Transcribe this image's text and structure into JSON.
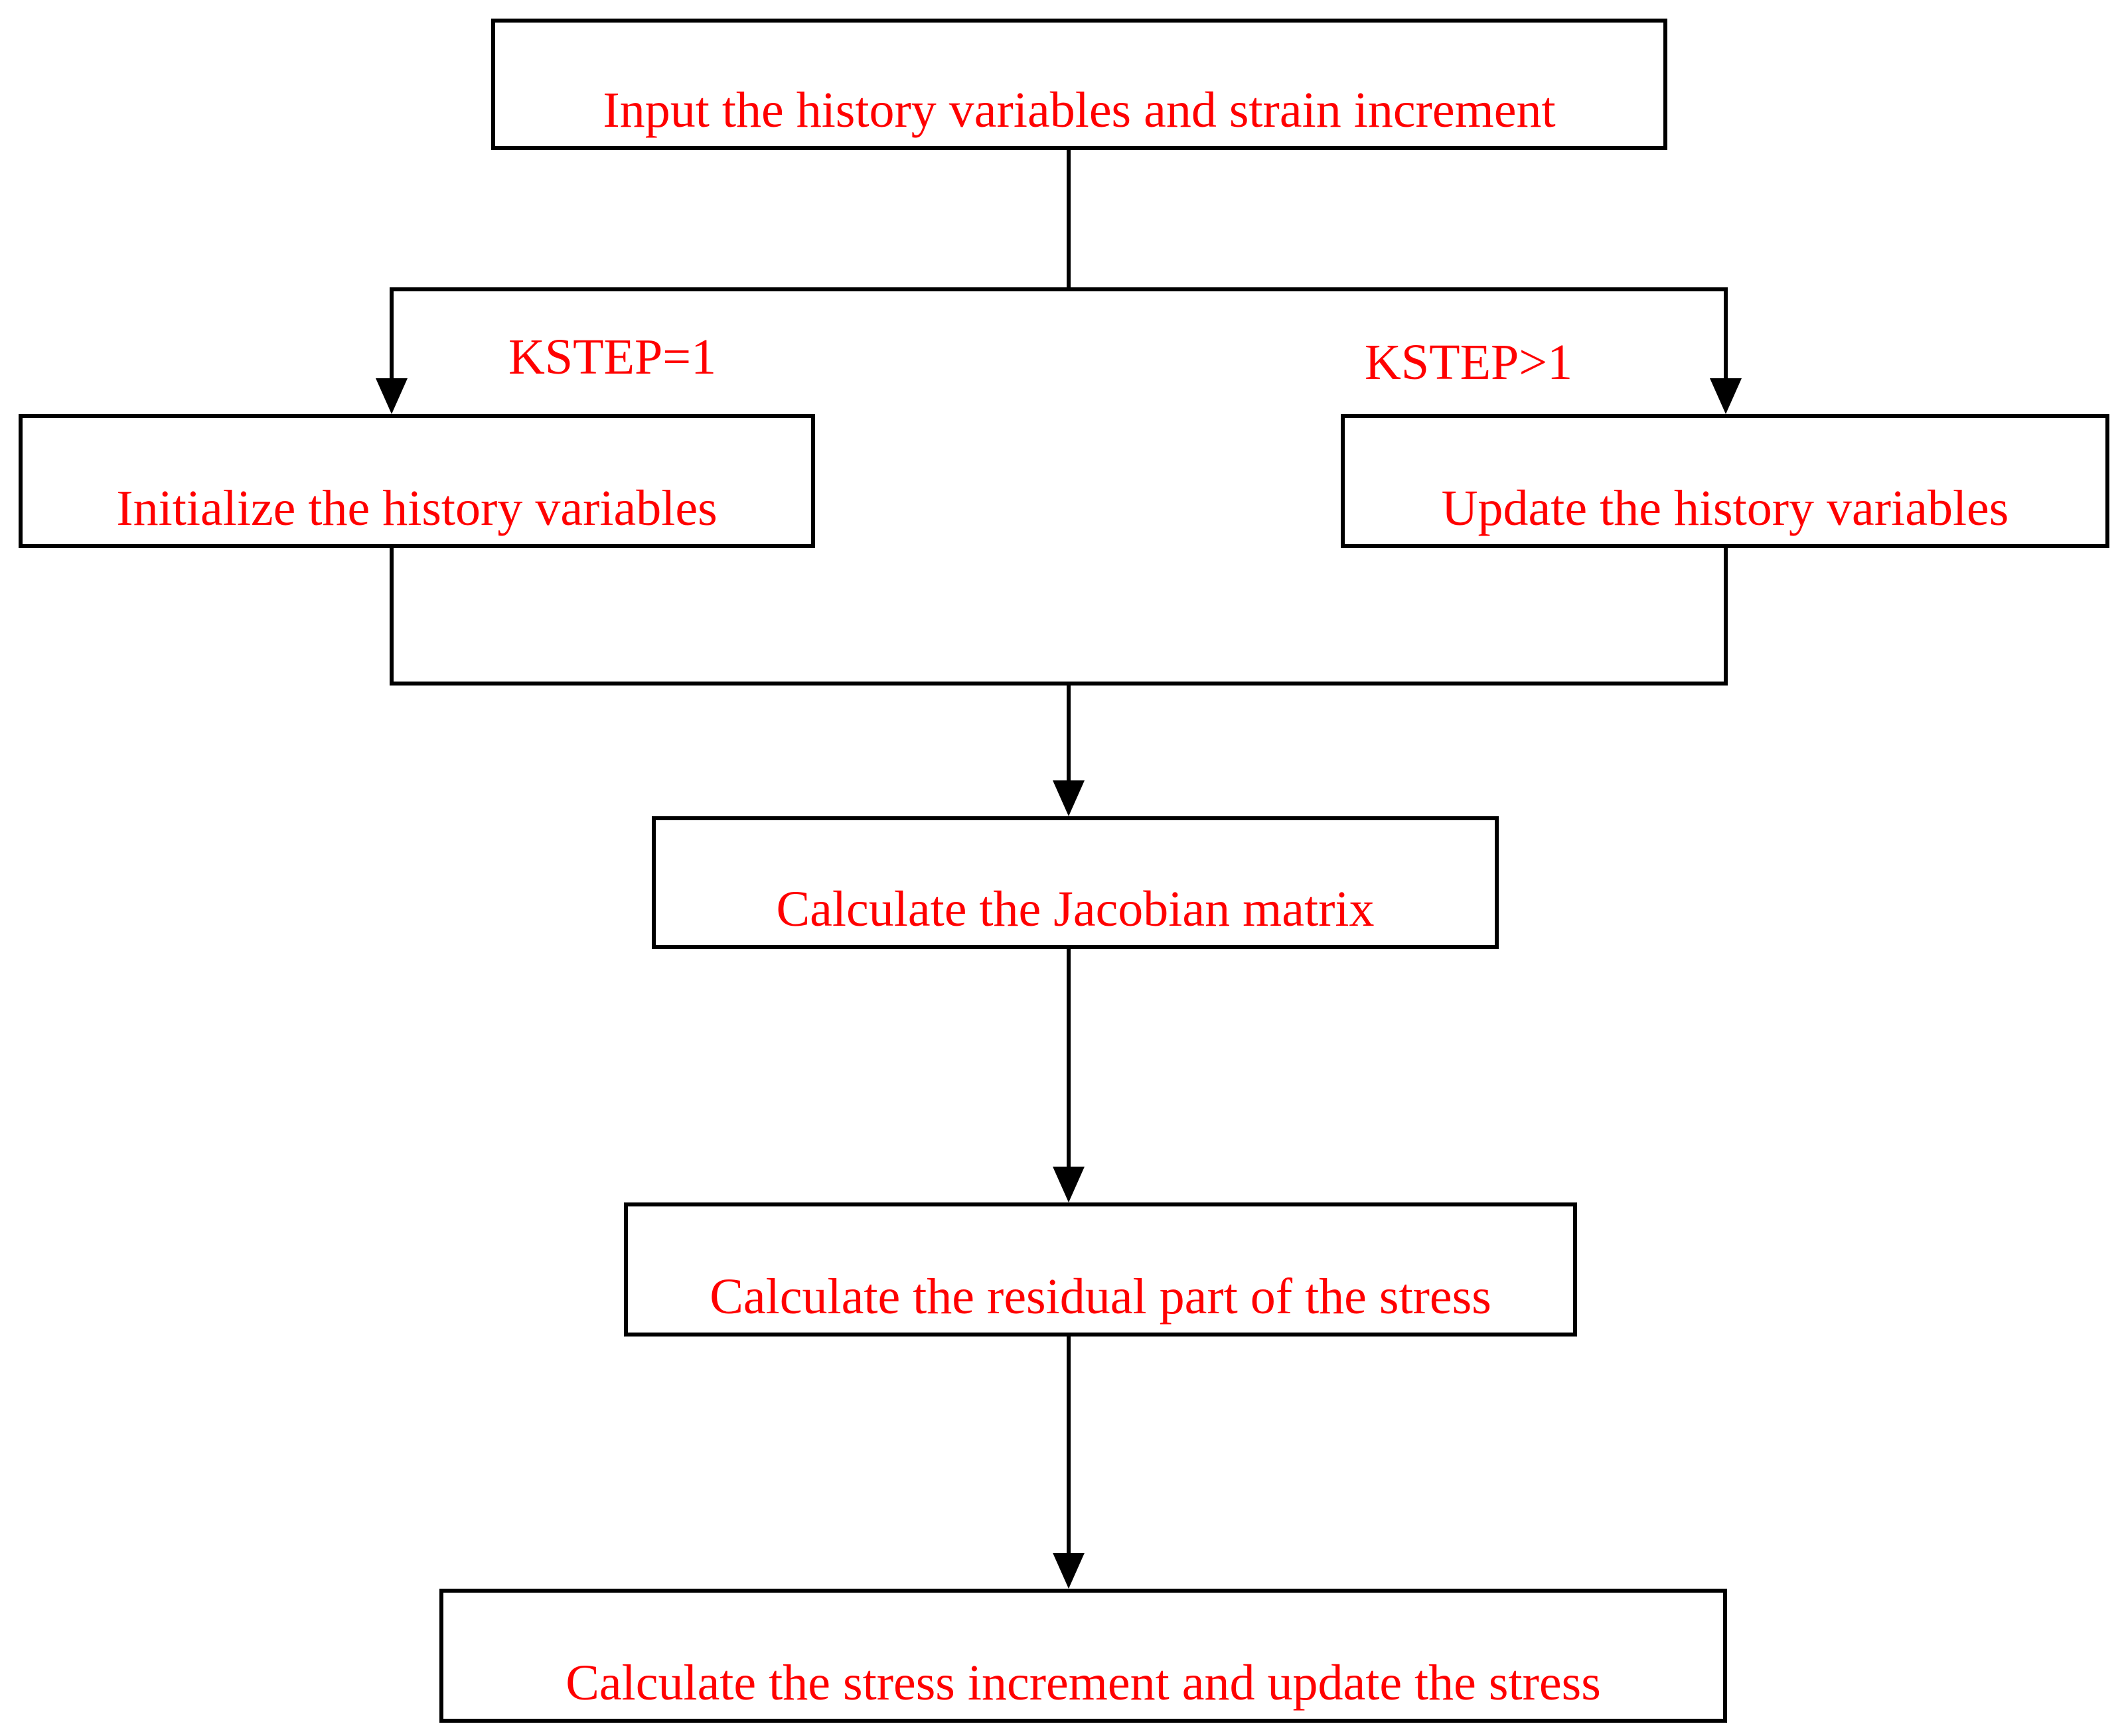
{
  "colors": {
    "text": "#ff0000",
    "line": "#000000",
    "background": "#ffffff"
  },
  "steps": {
    "input": "Input the history variables and strain increment",
    "initialize": "Initialize the history variables",
    "update": "Update the history variables",
    "jacobian": "Calculate the Jacobian matrix",
    "residual": "Calculate the residual part of the stress",
    "stress": "Calculate the stress increment and update the stress"
  },
  "conditions": {
    "first_step": "KSTEP=1",
    "later_steps": "KSTEP>1"
  }
}
